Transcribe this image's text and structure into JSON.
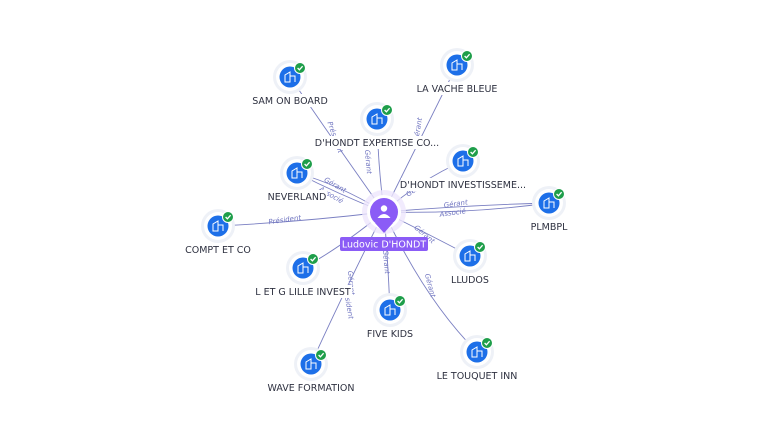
{
  "center": {
    "name": "Ludovic D'HONDT",
    "icon": "person-icon"
  },
  "companies": [
    {
      "id": "sam",
      "label": "SAM ON BOARD",
      "icon": "company-icon",
      "status": "check-badge-icon"
    },
    {
      "id": "vache",
      "label": "LA VACHE BLEUE",
      "icon": "company-icon",
      "status": "check-badge-icon"
    },
    {
      "id": "expertise",
      "label": "D'HONDT EXPERTISE CO...",
      "icon": "company-icon",
      "status": "check-badge-icon"
    },
    {
      "id": "investissement",
      "label": "D'HONDT INVESTISSEME...",
      "icon": "company-icon",
      "status": "check-badge-icon"
    },
    {
      "id": "neverland",
      "label": "NEVERLAND",
      "icon": "company-icon",
      "status": "check-badge-icon"
    },
    {
      "id": "plmbpl",
      "label": "PLMBPL",
      "icon": "company-icon",
      "status": "check-badge-icon"
    },
    {
      "id": "compt",
      "label": "COMPT ET CO",
      "icon": "company-icon",
      "status": "check-badge-icon"
    },
    {
      "id": "lludos",
      "label": "LLUDOS",
      "icon": "company-icon",
      "status": "check-badge-icon"
    },
    {
      "id": "letg",
      "label": "L ET G LILLE INVEST",
      "icon": "company-icon",
      "status": "check-badge-icon"
    },
    {
      "id": "fivekids",
      "label": "FIVE KIDS",
      "icon": "company-icon",
      "status": "check-badge-icon"
    },
    {
      "id": "touquet",
      "label": "LE TOUQUET INN",
      "icon": "company-icon",
      "status": "check-badge-icon"
    },
    {
      "id": "wave",
      "label": "WAVE FORMATION",
      "icon": "company-icon",
      "status": "check-badge-icon"
    }
  ],
  "relations": [
    {
      "to": "sam",
      "label": "Président"
    },
    {
      "to": "vache",
      "label": "Gérant"
    },
    {
      "to": "expertise",
      "label": "Gérant"
    },
    {
      "to": "investissement",
      "label": "Gérant"
    },
    {
      "to": "neverland",
      "label": "Gérant"
    },
    {
      "to": "neverland",
      "label": "Associé"
    },
    {
      "to": "plmbpl",
      "label": "Gérant"
    },
    {
      "to": "plmbpl",
      "label": "Associé"
    },
    {
      "to": "compt",
      "label": "Président"
    },
    {
      "to": "lludos",
      "label": "Gérant"
    },
    {
      "to": "letg",
      "label": "Gérant"
    },
    {
      "to": "fivekids",
      "label": "Gérant"
    },
    {
      "to": "touquet",
      "label": "Gérant"
    },
    {
      "to": "wave",
      "label": "Président"
    }
  ],
  "colors": {
    "center": "#8b5cf6",
    "company": "#1d6fe8",
    "check": "#1e9e4a",
    "edge": "#7a7fc2"
  }
}
